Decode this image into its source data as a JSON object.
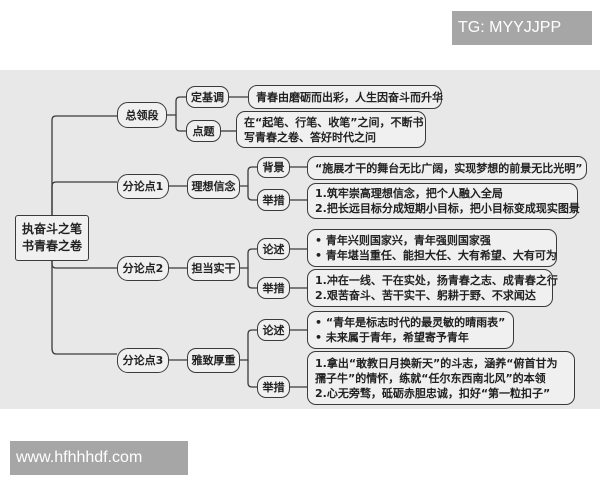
{
  "watermarks": {
    "top": "TG: MYYJJPP",
    "bottom": "www.hfhhhdf.com"
  },
  "mindmap": {
    "root": {
      "line1": "执奋斗之笔",
      "line2": "书青春之卷"
    },
    "section0": {
      "label": "总领段",
      "children": [
        {
          "label": "定基调",
          "text": [
            "青春由磨砺而出彩，人生因奋斗而升华"
          ]
        },
        {
          "label": "点题",
          "text": [
            "在“起笔、行笔、收笔”之间，不断书",
            "写青春之卷、答好时代之问"
          ]
        }
      ]
    },
    "section1": {
      "label": "分论点1",
      "theme": "理想信念",
      "children": [
        {
          "label": "背景",
          "text": [
            "“施展才干的舞台无比广阔，实现梦想的前景无比光明”"
          ]
        },
        {
          "label": "举措",
          "text": [
            "1.筑牢崇高理想信念，把个人融入全局",
            "2.把长远目标分成短期小目标，把小目标变成现实图景"
          ]
        }
      ]
    },
    "section2": {
      "label": "分论点2",
      "theme": "担当实干",
      "children": [
        {
          "label": "论述",
          "text": [
            "•  青年兴则国家兴，青年强则国家强",
            "•  青年堪当重任、能担大任、大有希望、大有可为"
          ]
        },
        {
          "label": "举措",
          "text": [
            "1.冲在一线、干在实处，扬青春之志、成青春之行",
            "2.艰苦奋斗、苦干实干、躬耕于野、不求闻达"
          ]
        }
      ]
    },
    "section3": {
      "label": "分论点3",
      "theme": "雅致厚重",
      "children": [
        {
          "label": "论述",
          "text": [
            "•  “青年是标志时代的最灵敏的晴雨表”",
            "•  未来属于青年，希望寄予青年"
          ]
        },
        {
          "label": "举措",
          "text": [
            "1.拿出“敢教日月换新天”的斗志，涵养“俯首甘为",
            "孺子牛”的情怀，练就“任尔东西南北风”的本领",
            "2.心无旁骛，砥砺赤胆忠诚，扣好“第一粒扣子”"
          ]
        }
      ]
    }
  }
}
